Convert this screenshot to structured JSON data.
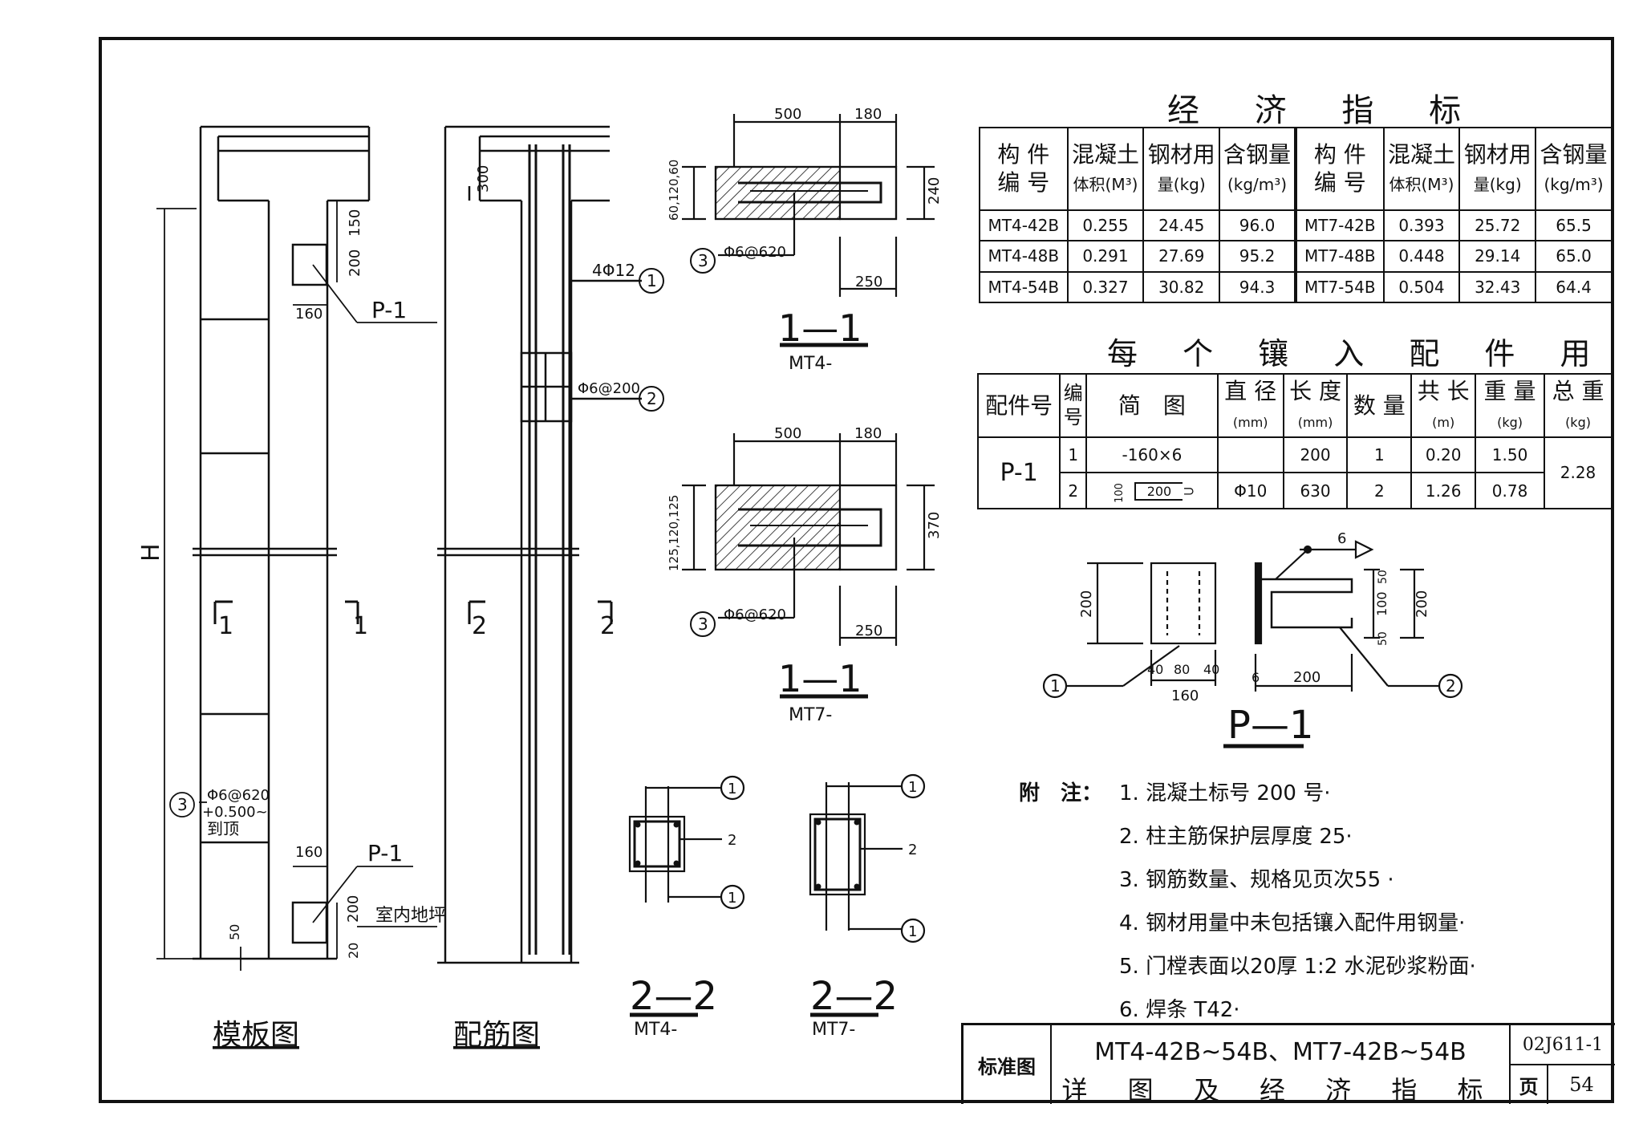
{
  "econ": {
    "title": "经 济 指 标",
    "headers": [
      "构 件",
      "编 号",
      "混凝土",
      "体积(M³)",
      "钢材用",
      "量(kg)",
      "含钢量",
      "(kg/m³)",
      "构 件",
      "编 号",
      "混凝土",
      "体积(M³)",
      "钢材用",
      "量(kg)",
      "含钢量",
      "(kg/m³)"
    ],
    "rows": [
      [
        "MT4-42B",
        "0.255",
        "24.45",
        "96.0",
        "MT7-42B",
        "0.393",
        "25.72",
        "65.5"
      ],
      [
        "MT4-48B",
        "0.291",
        "27.69",
        "95.2",
        "MT7-48B",
        "0.448",
        "29.14",
        "65.0"
      ],
      [
        "MT4-54B",
        "0.327",
        "30.82",
        "94.3",
        "MT7-54B",
        "0.504",
        "32.43",
        "64.4"
      ]
    ]
  },
  "parts": {
    "title": "每 个 镶 入 配 件 用 量 表",
    "headers": [
      "配件号",
      "编号",
      "简　图",
      "直 径",
      "(mm)",
      "长 度",
      "(mm)",
      "数 量",
      "共 长",
      "(m)",
      "重 量",
      "(kg)",
      "总 重",
      "(kg)"
    ],
    "part_id": "P-1",
    "rows": [
      [
        "1",
        "-160×6",
        "",
        "200",
        "1",
        "0.20",
        "1.50"
      ],
      [
        "2",
        "200",
        "Φ10",
        "630",
        "2",
        "1.26",
        "0.78"
      ]
    ],
    "sketch_dim": "100",
    "total": "2.28"
  },
  "drawing": {
    "formwork_label": "模板图",
    "rebar_label": "配筋图",
    "H": "H",
    "P1": "P-1",
    "dims_left": [
      "150",
      "200",
      "160",
      "160",
      "200",
      "20",
      "50",
      "300"
    ],
    "stirrup_note_1": "Φ6@620",
    "stirrup_note_2": "+0.500~",
    "stirrup_note_3": "到顶",
    "floor_label": "室内地坪",
    "rebar_1": "4Φ12",
    "rebar_2": "Φ6@200",
    "sec_1": "1",
    "sec_2": "2",
    "n1": "1",
    "n2": "2",
    "n3": "3",
    "mt4_dims": [
      "500",
      "180",
      "60,120,60",
      "240",
      "250"
    ],
    "mt7_dims": [
      "500",
      "180",
      "125,120,125",
      "370",
      "250"
    ],
    "stirrup_label": "Φ6@620",
    "s11_title": "1—1",
    "mt4_sub": "MT4-",
    "mt7_sub": "MT7-",
    "s22_title": "2—2",
    "p1_dims": [
      "200",
      "40",
      "80",
      "40",
      "160",
      "6",
      "200",
      "50",
      "100",
      "50",
      "200",
      "6"
    ],
    "p1_title": "P—1"
  },
  "notes": {
    "lead": "附　注：",
    "items": [
      "1. 混凝土标号 200 号·",
      "2. 柱主筋保护层厚度 25·",
      "3. 钢筋数量、规格见页次55 ·",
      "4. 钢材用量中未包括镶入配件用钢量·",
      "5. 门樘表面以20厚 1:2 水泥砂浆粉面·",
      "6. 焊条 T42·"
    ]
  },
  "titleblock": {
    "std": "标准图",
    "line1": "MT4-42B~54B、MT7-42B~54B",
    "line2": "详 图 及 经 济 指 标",
    "code": "02J611-1",
    "page_label": "页",
    "page": "54"
  }
}
